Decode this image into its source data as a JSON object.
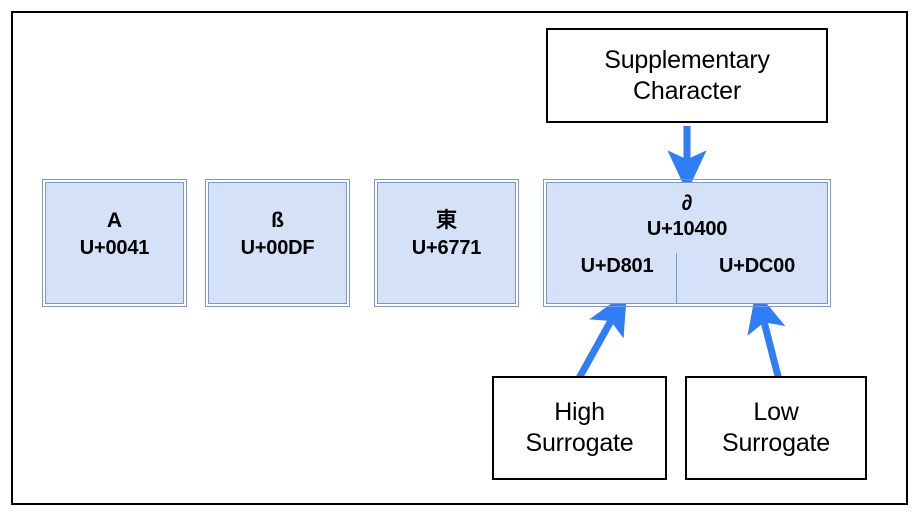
{
  "diagram": {
    "title_present": false,
    "accent_color": "#2f7ef5",
    "cell_fill_color": "#d4e1f7",
    "cell_border_color": "#7a98c9",
    "frame_border_color": "#000000"
  },
  "code_units": [
    {
      "name": "latin-capital-a",
      "glyph": "A",
      "codepoint": "U+0041"
    },
    {
      "name": "latin-sharp-s",
      "glyph": "ß",
      "codepoint": "U+00DF"
    },
    {
      "name": "cjk-east",
      "glyph": "東",
      "codepoint": "U+6771"
    }
  ],
  "supplementary": {
    "name": "deseret-long-i",
    "glyph": "∂",
    "codepoint": "U+10400",
    "high_surrogate": "U+D801",
    "low_surrogate": "U+DC00"
  },
  "callouts": {
    "supplementary": {
      "line1": "Supplementary",
      "line2": "Character"
    },
    "high_surrogate": {
      "line1": "High",
      "line2": "Surrogate"
    },
    "low_surrogate": {
      "line1": "Low",
      "line2": "Surrogate"
    }
  },
  "arrows": [
    {
      "name": "arrow-supplementary-down",
      "from": "callout-supplementary",
      "to": "cell-supp"
    },
    {
      "name": "arrow-high-surrogate-up",
      "from": "callout-high",
      "to": "high-surrogate-cell"
    },
    {
      "name": "arrow-low-surrogate-up",
      "from": "callout-low",
      "to": "low-surrogate-cell"
    }
  ]
}
